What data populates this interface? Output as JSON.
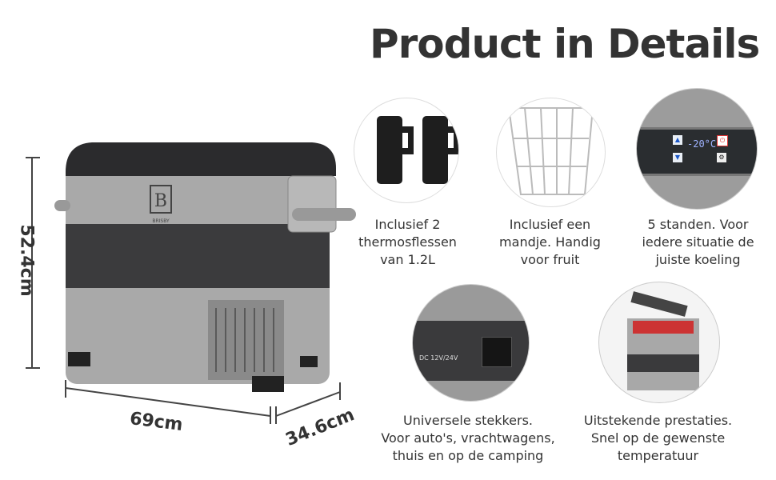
{
  "title": "Product in Details",
  "brand": "BRISBY",
  "dimensions": {
    "height": "52.4cm",
    "width": "69cm",
    "depth": "34.6cm"
  },
  "features": [
    {
      "caption": [
        "Inclusief 2",
        "thermosflessen",
        "van 1.2L"
      ]
    },
    {
      "caption": [
        "Inclusief een",
        "mandje. Handig",
        "voor fruit"
      ]
    },
    {
      "caption": [
        "5 standen. Voor",
        "iedere situatie de",
        "juiste koeling"
      ],
      "display_temp": "-20°C"
    },
    {
      "caption": [
        "Universele stekkers.",
        "Voor auto's, vrachtwagens,",
        "thuis en op de camping"
      ],
      "port_label": "DC 12V/24V"
    },
    {
      "caption": [
        "Uitstekende prestaties.",
        "Snel op de gewenste",
        "temperatuur"
      ]
    }
  ]
}
